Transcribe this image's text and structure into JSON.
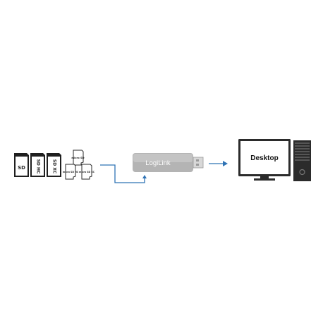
{
  "memory_cards": {
    "sd_cards": [
      {
        "label": "SD"
      },
      {
        "label": "SD HC"
      },
      {
        "label": "SD XC"
      }
    ],
    "micro_cards": [
      {
        "label": "micro SD"
      },
      {
        "label": "micro SD HC"
      },
      {
        "label": "micro SD XC"
      }
    ]
  },
  "card_reader": {
    "brand": "LogiLink"
  },
  "computer": {
    "screen_label": "Desktop"
  },
  "colors": {
    "connector_line": "#2f73b5",
    "reader_body": "#b4b4b4",
    "card_body": "#1f1f1f",
    "monitor_body": "#2b2b2b",
    "screen_bg": "#ffffff"
  }
}
